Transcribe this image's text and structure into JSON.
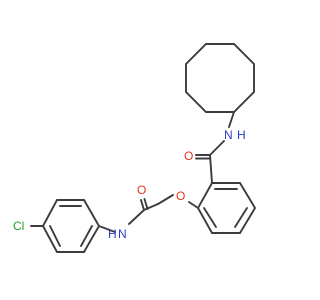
{
  "molecule": {
    "atom_labels": {
      "amide_nh_top": "H",
      "amide_n_top": "N",
      "carbonyl_o_top": "O",
      "ether_o": "O",
      "carbonyl_o_bottom": "O",
      "amide_n_bottom": "N",
      "amide_nh_bottom": "H",
      "chlorine": "Cl"
    },
    "colors": {
      "bond": "#3c3c3c",
      "oxygen": "#e8321e",
      "nitrogen": "#2a3cc8",
      "chlorine": "#1e9e1e"
    }
  }
}
